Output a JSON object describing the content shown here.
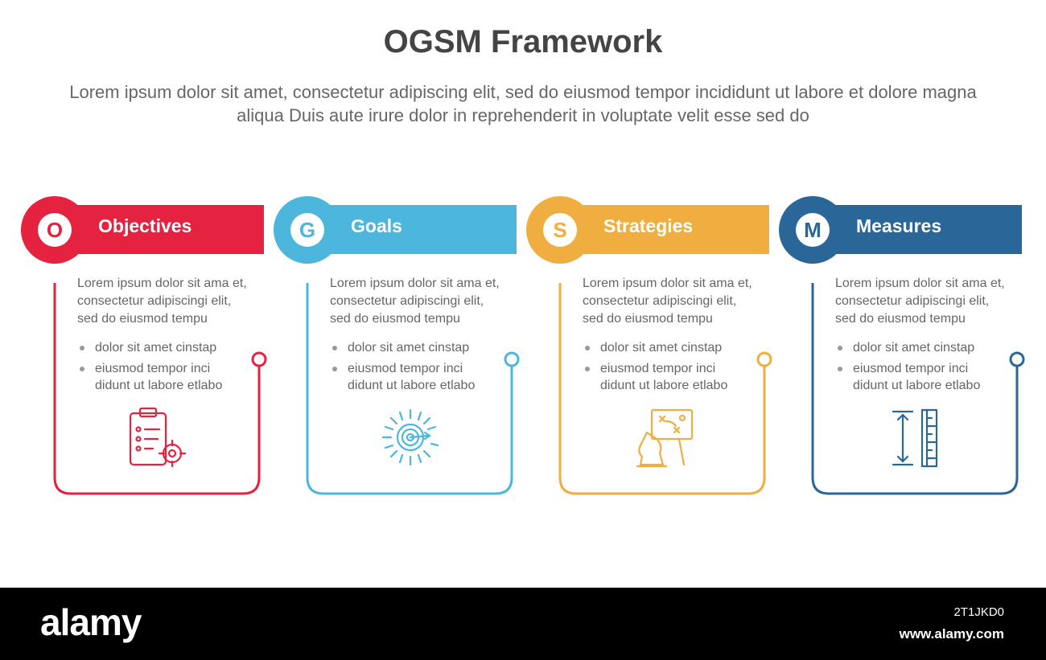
{
  "title": "OGSM Framework",
  "subtitle": "Lorem ipsum dolor sit amet, consectetur adipiscing elit, sed do eiusmod tempor incididunt ut labore et dolore magna aliqua Duis aute irure dolor in reprehenderit in voluptate velit esse sed do",
  "cards": [
    {
      "letter": "O",
      "label": "Objectives",
      "color": "#e5223f",
      "icon": "clipboard-target-icon",
      "description": "Lorem ipsum dolor sit ama et, consectetur adipiscingi elit, sed do eiusmod tempu",
      "bullets": [
        "dolor sit amet cinstap",
        "eiusmod tempor inci didunt ut labore etlabo"
      ]
    },
    {
      "letter": "G",
      "label": "Goals",
      "color": "#4cb6dc",
      "icon": "target-bullseye-icon",
      "description": "Lorem ipsum dolor sit ama et, consectetur adipiscingi elit, sed do eiusmod tempu",
      "bullets": [
        "dolor sit amet cinstap",
        "eiusmod tempor inci didunt ut labore etlabo"
      ]
    },
    {
      "letter": "S",
      "label": "Strategies",
      "color": "#f0ae40",
      "icon": "chess-strategy-board-icon",
      "description": "Lorem ipsum dolor sit ama et, consectetur adipiscingi elit, sed do eiusmod tempu",
      "bullets": [
        "dolor sit amet cinstap",
        "eiusmod tempor inci didunt ut labore etlabo"
      ]
    },
    {
      "letter": "M",
      "label": "Measures",
      "color": "#2a6697",
      "icon": "ruler-measure-icon",
      "description": "Lorem ipsum dolor sit ama et, consectetur adipiscingi elit, sed do eiusmod tempu",
      "bullets": [
        "dolor sit amet cinstap",
        "eiusmod tempor inci didunt ut labore etlabo"
      ]
    }
  ],
  "footer": {
    "brand": "alamy",
    "image_id": "2T1JKD0",
    "site": "www.alamy.com"
  }
}
